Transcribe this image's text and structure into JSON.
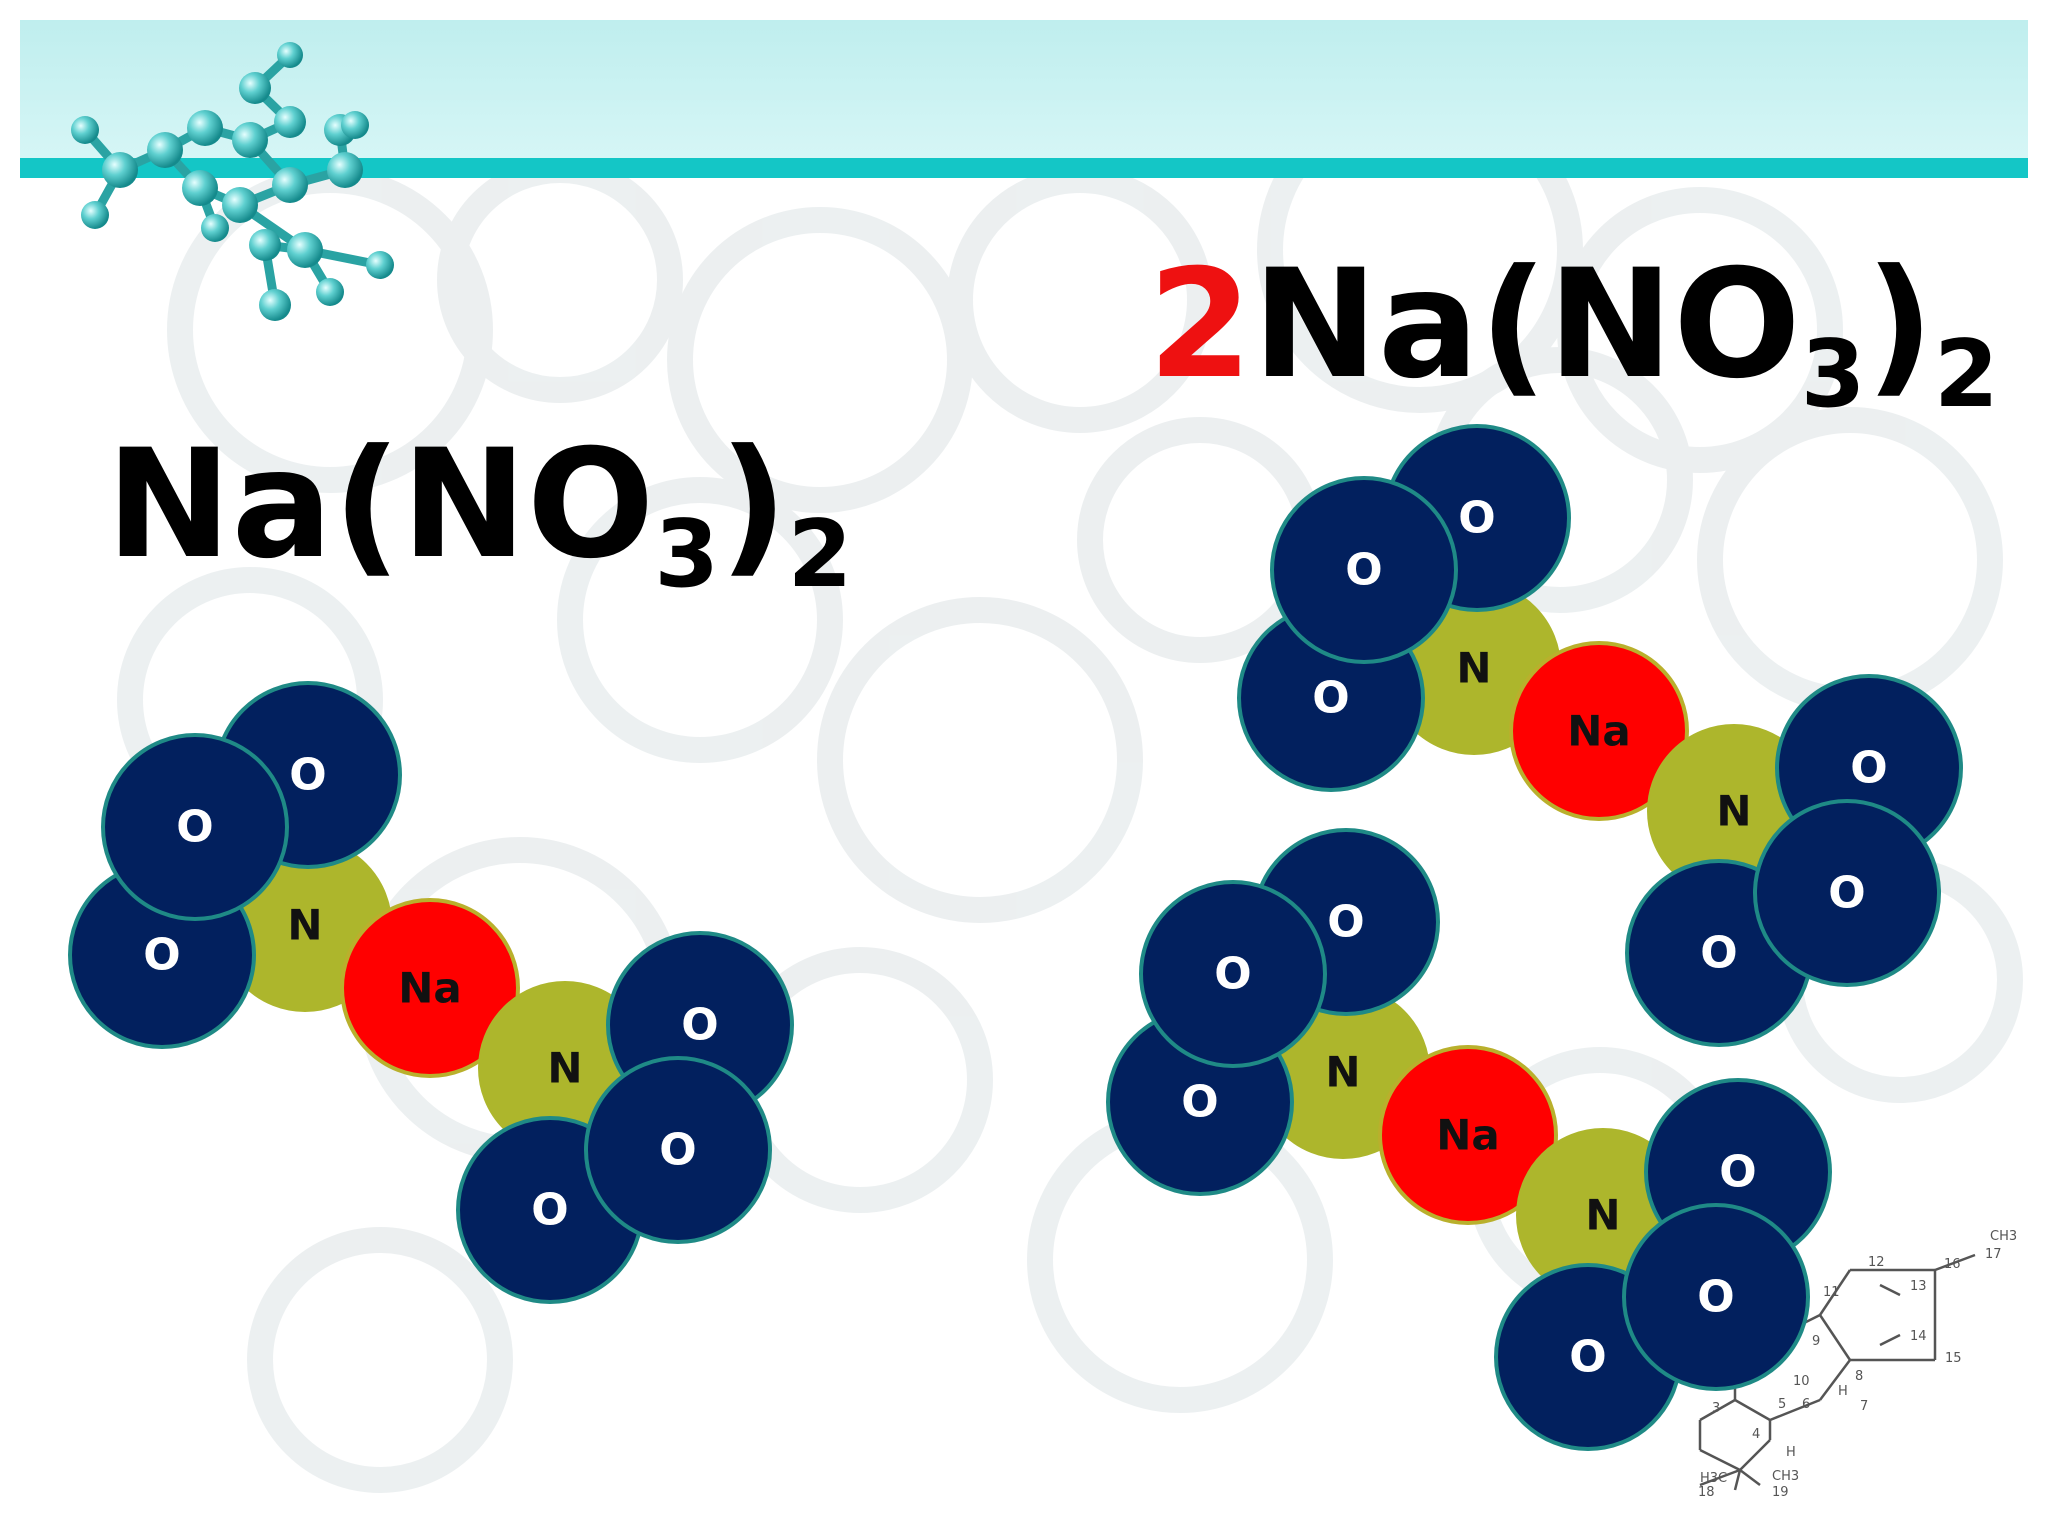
{
  "formulas": {
    "single": {
      "prefix": "Na(NO",
      "sub1": "3",
      "close": ")",
      "sub2": "2"
    },
    "double": {
      "coefficient": "2",
      "prefix": "Na(NO",
      "sub1": "3",
      "close": ")",
      "sub2": "2"
    }
  },
  "atoms": {
    "oxygen": "O",
    "nitrogen": "N",
    "sodium": "Na"
  },
  "corner_structure_labels": [
    "12",
    "16",
    "CH3",
    "17",
    "11",
    "13",
    "14",
    "15",
    "9",
    "8",
    "H",
    "10",
    "3",
    "5",
    "7",
    "4",
    "H",
    "6",
    "H3C",
    "18",
    "CH3",
    "19"
  ],
  "colors": {
    "oxygen_fill": "#02205e",
    "oxygen_stroke": "#1f8a86",
    "nitrogen_fill": "#adb62c",
    "sodium_fill": "#ff0000",
    "sodium_stroke": "#b9b02c",
    "header_band": "#c9f1f0",
    "header_line": "#14c6c6",
    "coefficient": "#ee1111",
    "watermark": "#dde3e5"
  }
}
